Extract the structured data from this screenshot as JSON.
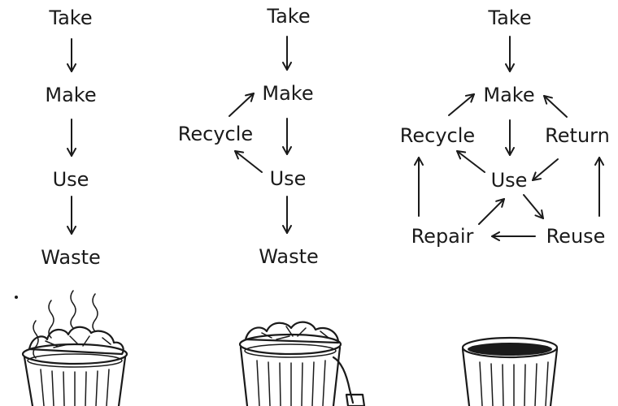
{
  "colors": {
    "ink": "#1a1a1a",
    "background": "#ffffff"
  },
  "linear": {
    "take": "Take",
    "make": "Make",
    "use": "Use",
    "waste": "Waste"
  },
  "recycling": {
    "take": "Take",
    "make": "Make",
    "recycle": "Recycle",
    "use": "Use",
    "waste": "Waste"
  },
  "circular": {
    "take": "Take",
    "make": "Make",
    "recycle": "Recycle",
    "return": "Return",
    "use": "Use",
    "repair": "Repair",
    "reuse": "Reuse"
  }
}
